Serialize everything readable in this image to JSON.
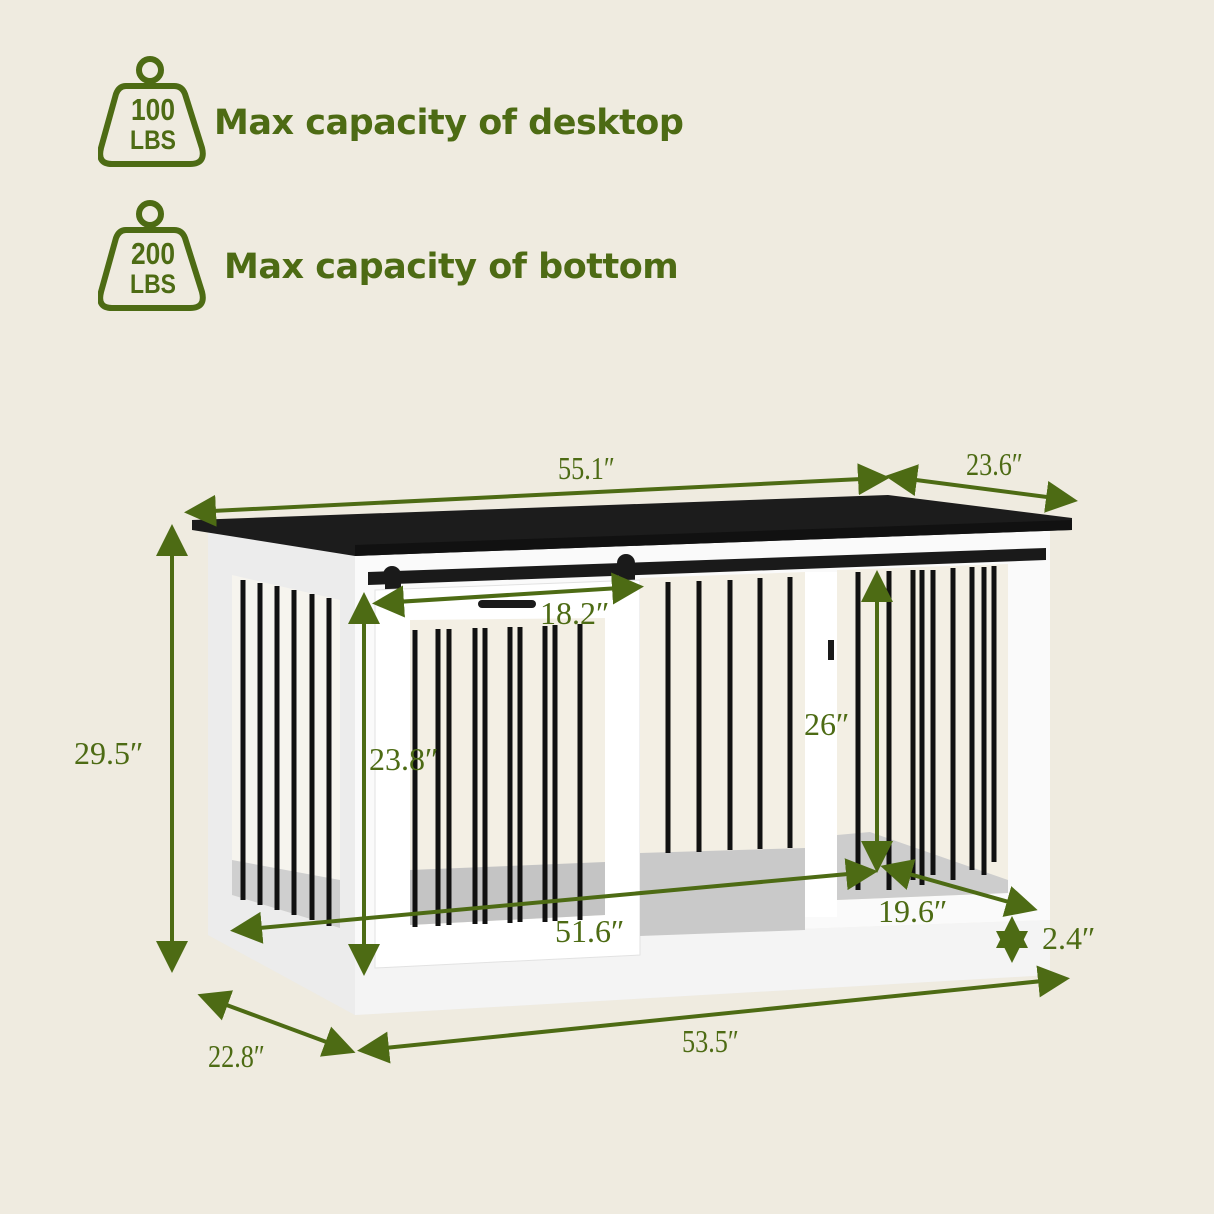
{
  "capacity": [
    {
      "weight": "100",
      "unit": "LBS",
      "label": "Max capacity of desktop",
      "icon": "weight-icon"
    },
    {
      "weight": "200",
      "unit": "LBS",
      "label": "Max capacity of bottom",
      "icon": "weight-icon"
    }
  ],
  "dimensions": {
    "top_width": "55.1″",
    "top_depth": "23.6″",
    "total_height": "29.5″",
    "door_width": "18.2″",
    "door_height": "23.8″",
    "inner_height": "26″",
    "inner_width": "51.6″",
    "inner_depth": "19.6″",
    "base_height": "2.4″",
    "base_depth": "22.8″",
    "base_width": "53.5″"
  },
  "colors": {
    "background": "#efebe0",
    "accent_green": "#4d6b14",
    "furniture_white": "#ffffff",
    "top_black": "#1c1c1c",
    "bars_black": "#111111"
  }
}
